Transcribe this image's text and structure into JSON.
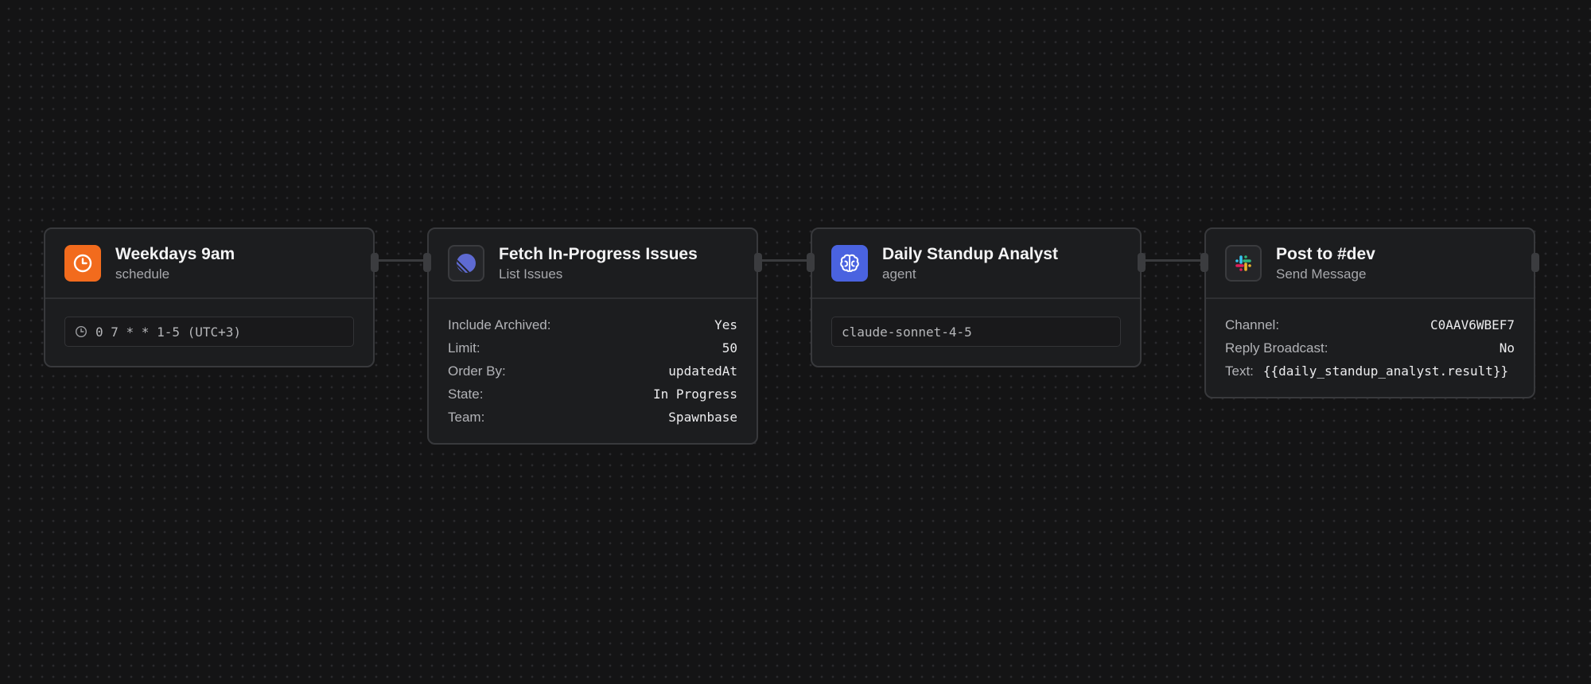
{
  "nodes": [
    {
      "title": "Weekdays 9am",
      "subtitle": "schedule",
      "icon": "clock-icon",
      "icon_color": "#f26b1d",
      "cron": "0 7 * * 1-5 (UTC+3)"
    },
    {
      "title": "Fetch In-Progress Issues",
      "subtitle": "List Issues",
      "icon": "linear-logo-icon",
      "fields": [
        {
          "label": "Include Archived:",
          "value": "Yes"
        },
        {
          "label": "Limit:",
          "value": "50"
        },
        {
          "label": "Order By:",
          "value": "updatedAt"
        },
        {
          "label": "State:",
          "value": "In Progress"
        },
        {
          "label": "Team:",
          "value": "Spawnbase"
        }
      ]
    },
    {
      "title": "Daily Standup Analyst",
      "subtitle": "agent",
      "icon": "brain-icon",
      "icon_color": "#4a63e0",
      "model": "claude-sonnet-4-5"
    },
    {
      "title": "Post to #dev",
      "subtitle": "Send Message",
      "icon": "slack-logo-icon",
      "fields": [
        {
          "label": "Channel:",
          "value": "C0AAV6WBEF7"
        },
        {
          "label": "Reply Broadcast:",
          "value": "No"
        },
        {
          "label": "Text:",
          "value": "{{daily_standup_analyst.result}}"
        }
      ]
    }
  ],
  "colors": {
    "background": "#141415",
    "node_background": "#1c1d1f",
    "node_border": "#38393c",
    "edge": "#3a3b3e"
  }
}
